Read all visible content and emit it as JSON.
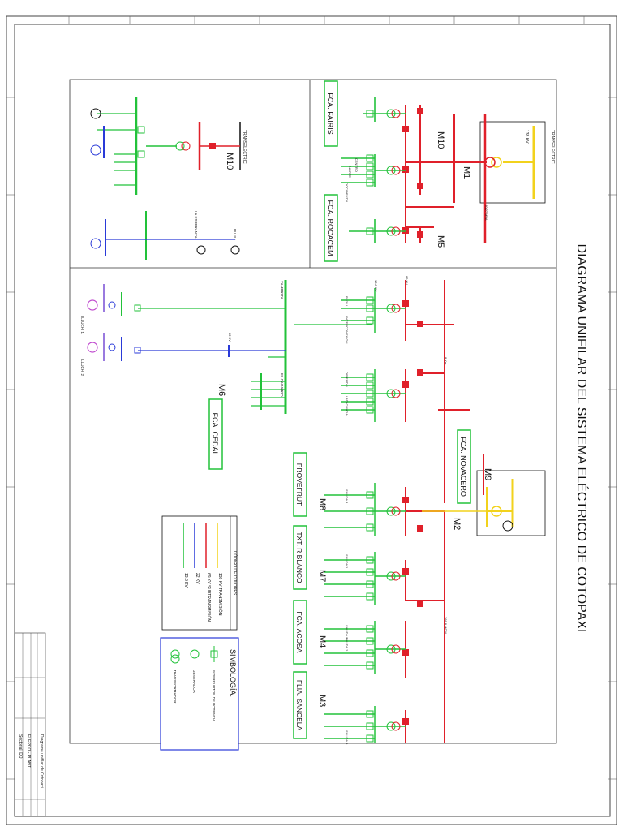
{
  "title": "DIAGRAMA UNIFILAR DEL SISTEMA ELÉCTRICO DE COTOPAXI",
  "colors": {
    "red": "#e0202a",
    "green": "#22c23a",
    "blue": "#2a3ad8",
    "yellow": "#f2d21c",
    "black": "#111111"
  },
  "plants": {
    "fairis": "FCA. FAIRIS",
    "rocacem": "FCA. ROCACEM",
    "cedal": "FCA. CEDAL",
    "novacero": "FCA. NOVACERO",
    "provefrut": "PROVEFRUT",
    "txtr": "TXT. R BLANCO",
    "acosa": "FCA. ACOSA",
    "sancela": "FLIA. SANCELA"
  },
  "markers": {
    "m10a": "M10",
    "m10b": "M10",
    "m1": "M1",
    "m5": "M5",
    "m6": "M6",
    "m9": "M9",
    "m2": "M2",
    "m8": "M8",
    "m7": "M7",
    "m4": "M4",
    "m3": "M3"
  },
  "legend": {
    "heading": "CÓDIGO DE COLORES",
    "items": [
      {
        "color": "yellow",
        "label": "138 KV   TRANSMISIÓN"
      },
      {
        "color": "red",
        "label": "69 KV   SUBTRANSMISIÓN"
      },
      {
        "color": "blue",
        "label": "22 KV"
      },
      {
        "color": "green",
        "label": "13.8 KV"
      }
    ]
  },
  "symbology": {
    "heading": "SIMBOLOGÍA:",
    "items": [
      "INTERRUPTOR DE POTENCIA",
      "GENERADOR",
      "TRANSFORMADOR"
    ]
  },
  "title_block": {
    "line1": "Diagrama unifilar de Cotopaxi",
    "line2": "ELEPCO - PLANT",
    "line3": "Sectorial. DD"
  },
  "labels": {
    "transelectric1": "TRANSELECTRIC",
    "transelectric2": "TRANSELECTRIC",
    "mulalo": "MULALO",
    "laesperanza": "LA ESPERANZA",
    "illuchi1": "ILLUCHI 1",
    "illuchi2": "ILLUCHI 2",
    "elcalvario": "EL CALVARIO",
    "salcedo": "SALCEDO",
    "lasso": "LASSO",
    "pujili": "PUJILI",
    "sanrafael": "SAN RAFAEL",
    "latacunga": "LATACUNGA",
    "zambriza": "ZAMBRIZA",
    "interconexion": "INTERCONEXION",
    "occidental": "OCCIDENTAL",
    "oriental": "ORIENTAL",
    "centro": "CENTRO",
    "norte": "NORTE",
    "salida1": "SALIDA 1",
    "salida2": "SALIDA 2",
    "salida3": "SALIDA 3",
    "salida4": "SALIDA 4",
    "kv138": "138 KV",
    "kv69": "69 KV",
    "kv22": "22 KV",
    "kv138b": "13.8 KV",
    "mva": "20/27 MVA",
    "km": "8 Km",
    "acsr": "266.8 MCM"
  }
}
